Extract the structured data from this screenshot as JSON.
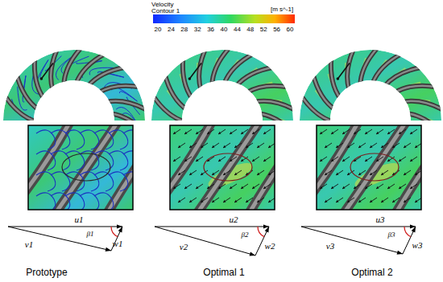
{
  "diagram": {
    "labels": [
      "Velocity",
      "Contour 1",
      "[m s^-1]",
      "20",
      "24",
      "28",
      "32",
      "36",
      "40",
      "44",
      "48",
      "52",
      "56",
      "60",
      "u1",
      "β1",
      "w1",
      "v1",
      "Prototype",
      "u2",
      "β2",
      "w2",
      "v2",
      "Optimal 1",
      "u3",
      "β3",
      "w3",
      "v3",
      "Optimal 2"
    ]
  }
}
